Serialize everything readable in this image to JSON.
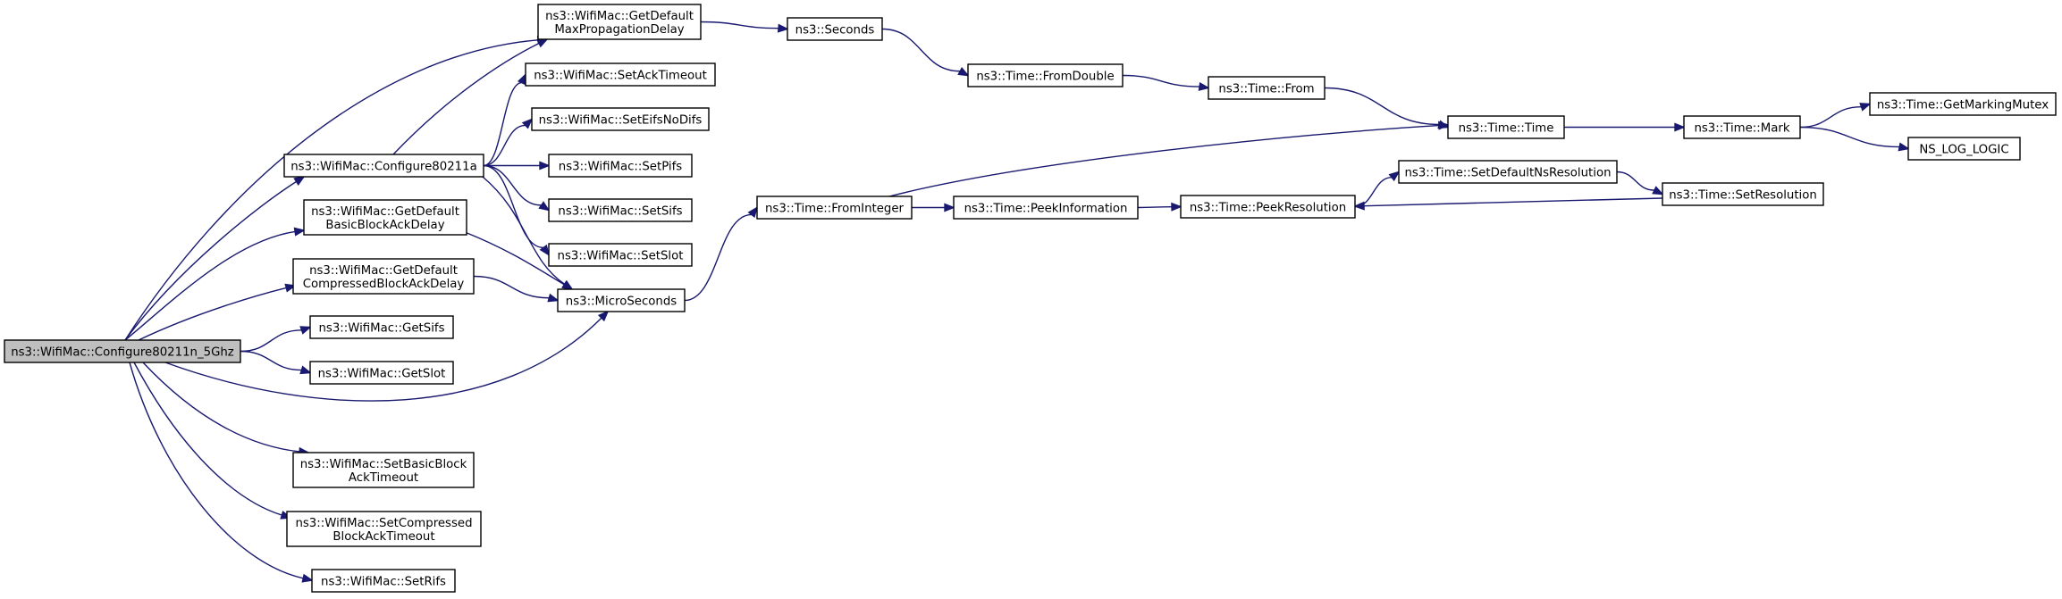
{
  "graph": {
    "colors": {
      "edge": "#191970",
      "node_fill": "#ffffff",
      "root_fill": "#bfbfbf",
      "border": "#000000"
    },
    "nodes": [
      {
        "id": "root",
        "lines": [
          "ns3::WifiMac::Configure80211n_5Ghz"
        ],
        "root": true
      },
      {
        "id": "maxprop",
        "lines": [
          "ns3::WifiMac::GetDefault",
          "MaxPropagationDelay"
        ]
      },
      {
        "id": "setack",
        "lines": [
          "ns3::WifiMac::SetAckTimeout"
        ]
      },
      {
        "id": "seteifs",
        "lines": [
          "ns3::WifiMac::SetEifsNoDifs"
        ]
      },
      {
        "id": "conf80211a",
        "lines": [
          "ns3::WifiMac::Configure80211a"
        ]
      },
      {
        "id": "setpifs",
        "lines": [
          "ns3::WifiMac::SetPifs"
        ]
      },
      {
        "id": "getbasicack",
        "lines": [
          "ns3::WifiMac::GetDefault",
          "BasicBlockAckDelay"
        ]
      },
      {
        "id": "setsifs",
        "lines": [
          "ns3::WifiMac::SetSifs"
        ]
      },
      {
        "id": "setslot",
        "lines": [
          "ns3::WifiMac::SetSlot"
        ]
      },
      {
        "id": "getcompack",
        "lines": [
          "ns3::WifiMac::GetDefault",
          "CompressedBlockAckDelay"
        ]
      },
      {
        "id": "micro",
        "lines": [
          "ns3::MicroSeconds"
        ]
      },
      {
        "id": "getsifs",
        "lines": [
          "ns3::WifiMac::GetSifs"
        ]
      },
      {
        "id": "getslot",
        "lines": [
          "ns3::WifiMac::GetSlot"
        ]
      },
      {
        "id": "setbasicack",
        "lines": [
          "ns3::WifiMac::SetBasicBlock",
          "AckTimeout"
        ]
      },
      {
        "id": "setcompack",
        "lines": [
          "ns3::WifiMac::SetCompressed",
          "BlockAckTimeout"
        ]
      },
      {
        "id": "setrifs",
        "lines": [
          "ns3::WifiMac::SetRifs"
        ]
      },
      {
        "id": "seconds",
        "lines": [
          "ns3::Seconds"
        ]
      },
      {
        "id": "fromdouble",
        "lines": [
          "ns3::Time::FromDouble"
        ]
      },
      {
        "id": "from",
        "lines": [
          "ns3::Time::From"
        ]
      },
      {
        "id": "fromint",
        "lines": [
          "ns3::Time::FromInteger"
        ]
      },
      {
        "id": "peekinfo",
        "lines": [
          "ns3::Time::PeekInformation"
        ]
      },
      {
        "id": "peekres",
        "lines": [
          "ns3::Time::PeekResolution"
        ]
      },
      {
        "id": "setdefres",
        "lines": [
          "ns3::Time::SetDefaultNsResolution"
        ]
      },
      {
        "id": "setres",
        "lines": [
          "ns3::Time::SetResolution"
        ]
      },
      {
        "id": "time",
        "lines": [
          "ns3::Time::Time"
        ]
      },
      {
        "id": "mark",
        "lines": [
          "ns3::Time::Mark"
        ]
      },
      {
        "id": "mutex",
        "lines": [
          "ns3::Time::GetMarkingMutex"
        ]
      },
      {
        "id": "nslog",
        "lines": [
          "NS_LOG_LOGIC"
        ]
      }
    ],
    "edges": [
      {
        "from": "root",
        "to": "maxprop"
      },
      {
        "from": "root",
        "to": "conf80211a"
      },
      {
        "from": "root",
        "to": "getbasicack"
      },
      {
        "from": "root",
        "to": "getcompack"
      },
      {
        "from": "root",
        "to": "micro"
      },
      {
        "from": "root",
        "to": "getsifs"
      },
      {
        "from": "root",
        "to": "getslot"
      },
      {
        "from": "root",
        "to": "setbasicack"
      },
      {
        "from": "root",
        "to": "setcompack"
      },
      {
        "from": "root",
        "to": "setrifs"
      },
      {
        "from": "conf80211a",
        "to": "maxprop"
      },
      {
        "from": "conf80211a",
        "to": "setack"
      },
      {
        "from": "conf80211a",
        "to": "seteifs"
      },
      {
        "from": "conf80211a",
        "to": "setpifs"
      },
      {
        "from": "conf80211a",
        "to": "setsifs"
      },
      {
        "from": "conf80211a",
        "to": "setslot"
      },
      {
        "from": "conf80211a",
        "to": "micro"
      },
      {
        "from": "getbasicack",
        "to": "micro"
      },
      {
        "from": "getcompack",
        "to": "micro"
      },
      {
        "from": "maxprop",
        "to": "seconds"
      },
      {
        "from": "seconds",
        "to": "fromdouble"
      },
      {
        "from": "fromdouble",
        "to": "from"
      },
      {
        "from": "from",
        "to": "time"
      },
      {
        "from": "micro",
        "to": "fromint"
      },
      {
        "from": "fromint",
        "to": "time"
      },
      {
        "from": "fromint",
        "to": "peekinfo"
      },
      {
        "from": "peekinfo",
        "to": "peekres"
      },
      {
        "from": "peekres",
        "to": "setdefres"
      },
      {
        "from": "setdefres",
        "to": "setres"
      },
      {
        "from": "setres",
        "to": "peekres"
      },
      {
        "from": "time",
        "to": "mark"
      },
      {
        "from": "mark",
        "to": "mutex"
      },
      {
        "from": "mark",
        "to": "nslog"
      }
    ]
  }
}
